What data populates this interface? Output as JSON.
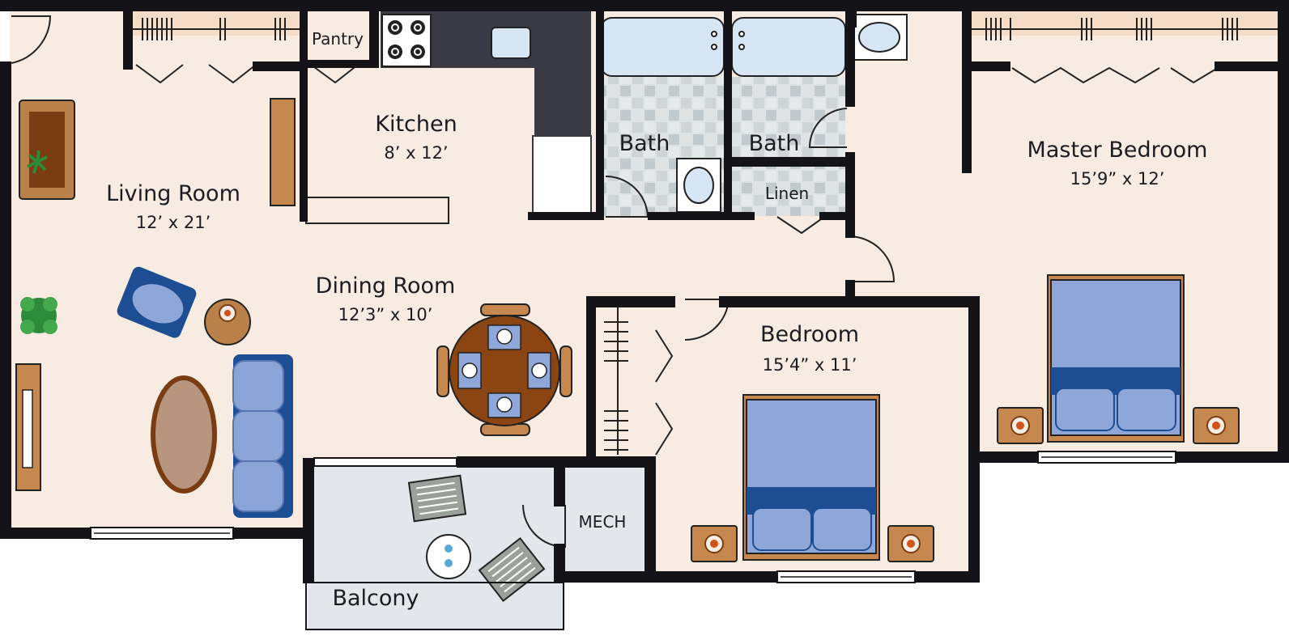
{
  "colors": {
    "wall": "#141418",
    "floor": "#f8ece2",
    "balcony": "#e3e7eb",
    "tile_a": "#dfe3e4",
    "tile_b": "#c9cfd1",
    "bed": "#8fa7d8",
    "bed_dark": "#1d4e94",
    "wood": "#b98049",
    "wood_dark": "#7a3c12",
    "tub": "#d6e6f4",
    "sofa": "#8aa4d8",
    "counter_dark": "#3a3a44"
  },
  "rooms": {
    "living": {
      "name": "Living Room",
      "dims": "12’ x 21’"
    },
    "kitchen": {
      "name": "Kitchen",
      "dims": "8’ x 12’"
    },
    "pantry": {
      "name": "Pantry"
    },
    "bath1": {
      "name": "Bath"
    },
    "bath2": {
      "name": "Bath"
    },
    "linen": {
      "name": "Linen"
    },
    "master": {
      "name": "Master Bedroom",
      "dims": "15’9” x 12’"
    },
    "dining": {
      "name": "Dining Room",
      "dims": "12’3” x 10’"
    },
    "bedroom": {
      "name": "Bedroom",
      "dims": "15’4” x 11’"
    },
    "mech": {
      "name": "MECH"
    },
    "balcony": {
      "name": "Balcony"
    }
  }
}
